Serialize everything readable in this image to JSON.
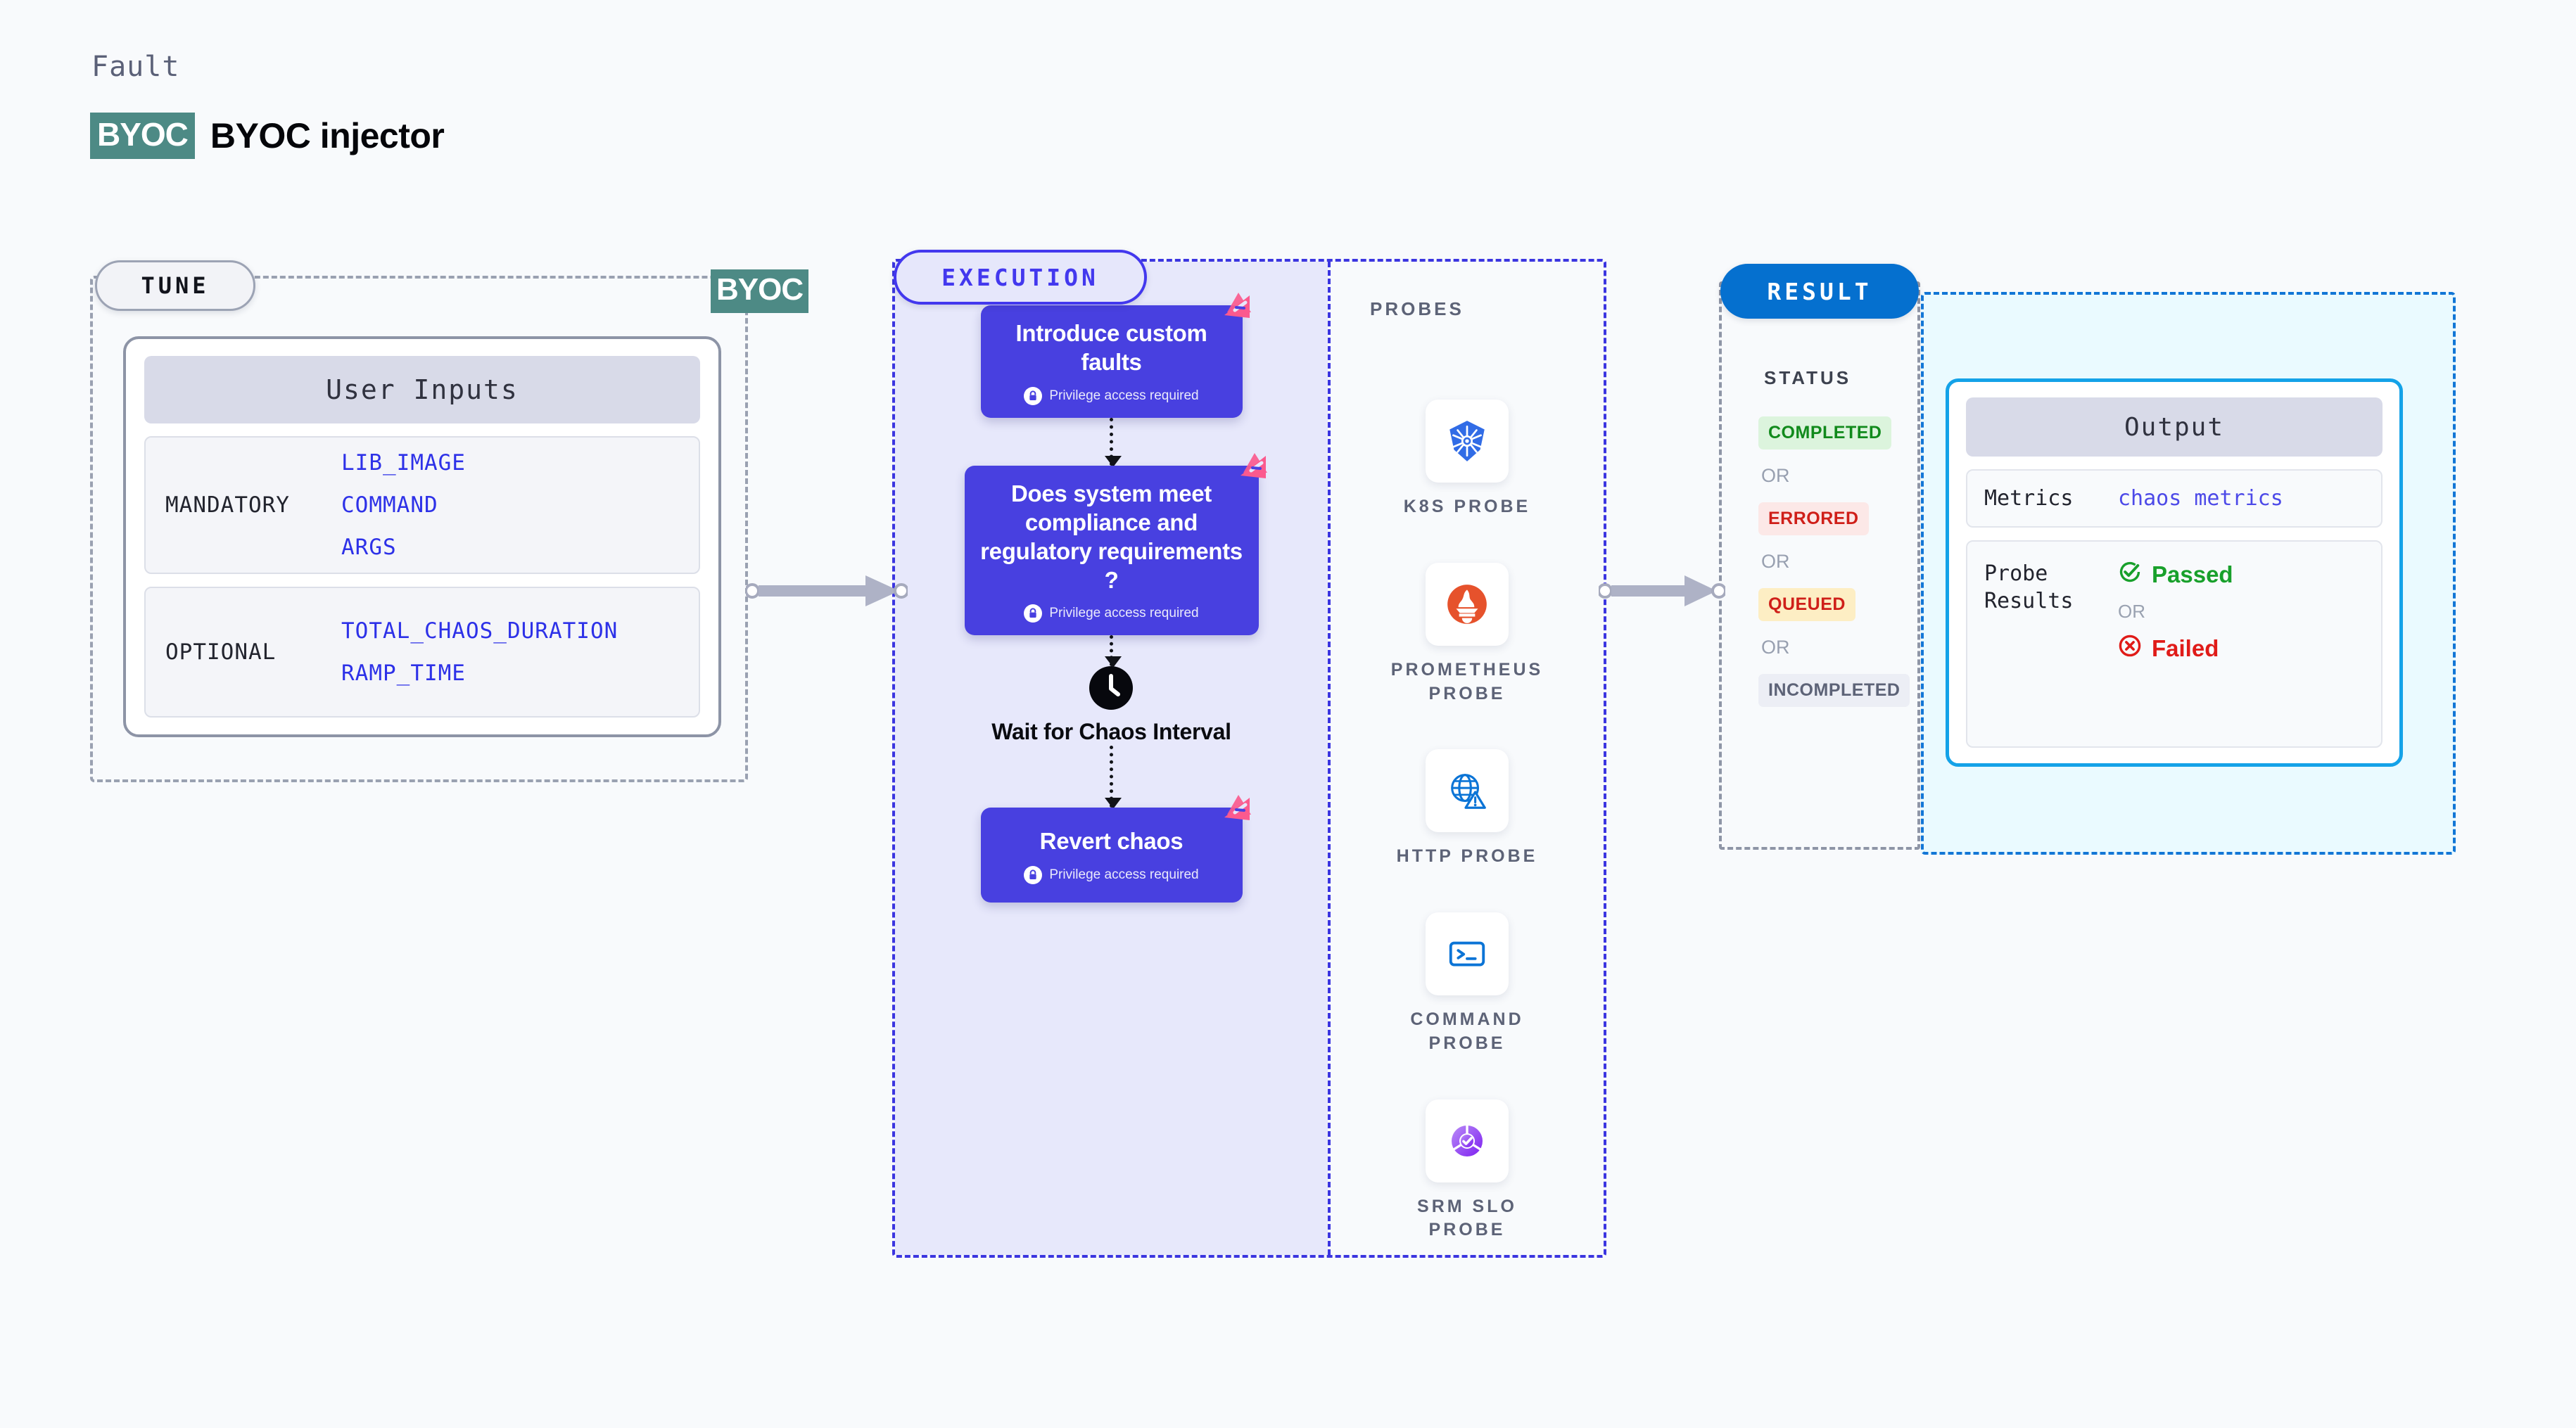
{
  "header": {
    "eyebrow": "Fault",
    "badge": "BYOC",
    "title": "BYOC injector"
  },
  "tune": {
    "pill_label": "TUNE",
    "edge_badge": "BYOC",
    "card_header": "User Inputs",
    "groups": [
      {
        "label": "MANDATORY",
        "values": [
          "LIB_IMAGE",
          "COMMAND",
          "ARGS"
        ]
      },
      {
        "label": "OPTIONAL",
        "values": [
          "TOTAL_CHAOS_DURATION",
          "RAMP_TIME"
        ]
      }
    ]
  },
  "execution": {
    "pill_label": "EXECUTION",
    "privilege_note": "Privilege access required",
    "nodes": [
      {
        "title": "Introduce custom faults",
        "has_privilege": true,
        "has_harness": true
      },
      {
        "title": "Does system meet compliance and regulatory requirements ?",
        "has_privilege": true,
        "has_harness": true
      },
      {
        "title": "Wait for Chaos Interval",
        "type": "clock"
      },
      {
        "title": "Revert chaos",
        "has_privilege": true,
        "has_harness": true
      }
    ]
  },
  "probes": {
    "title": "PROBES",
    "items": [
      {
        "name": "K8S PROBE",
        "icon": "kubernetes-icon"
      },
      {
        "name": "PROMETHEUS PROBE",
        "icon": "prometheus-icon"
      },
      {
        "name": "HTTP PROBE",
        "icon": "http-globe-icon"
      },
      {
        "name": "COMMAND PROBE",
        "icon": "terminal-icon"
      },
      {
        "name": "SRM SLO PROBE",
        "icon": "srm-slo-icon"
      }
    ]
  },
  "result": {
    "pill_label": "RESULT",
    "status_title": "STATUS",
    "or_label": "OR",
    "statuses": [
      {
        "label": "COMPLETED",
        "bg": "#dcf4dd",
        "fg": "#118a1c"
      },
      {
        "label": "ERRORED",
        "bg": "#fce8e7",
        "fg": "#cf1f19"
      },
      {
        "label": "QUEUED",
        "bg": "#fdeec4",
        "fg": "#cf1f19"
      },
      {
        "label": "INCOMPLETED",
        "bg": "#eceef5",
        "fg": "#5d6377"
      }
    ],
    "output": {
      "header": "Output",
      "metrics_label": "Metrics",
      "metrics_value": "chaos metrics",
      "probe_results_label": "Probe Results",
      "passed_label": "Passed",
      "failed_label": "Failed",
      "or_label": "OR"
    }
  },
  "colors": {
    "page_bg": "#f8fafc",
    "execution_bg": "#e7e8fb",
    "execution_accent": "#4338ee",
    "node_bg": "#4840e0",
    "result_accent": "#0570cf",
    "output_border": "#14a2e8",
    "byoc_badge": "#4d8a85",
    "harness_pink": "#fb5a8e"
  }
}
